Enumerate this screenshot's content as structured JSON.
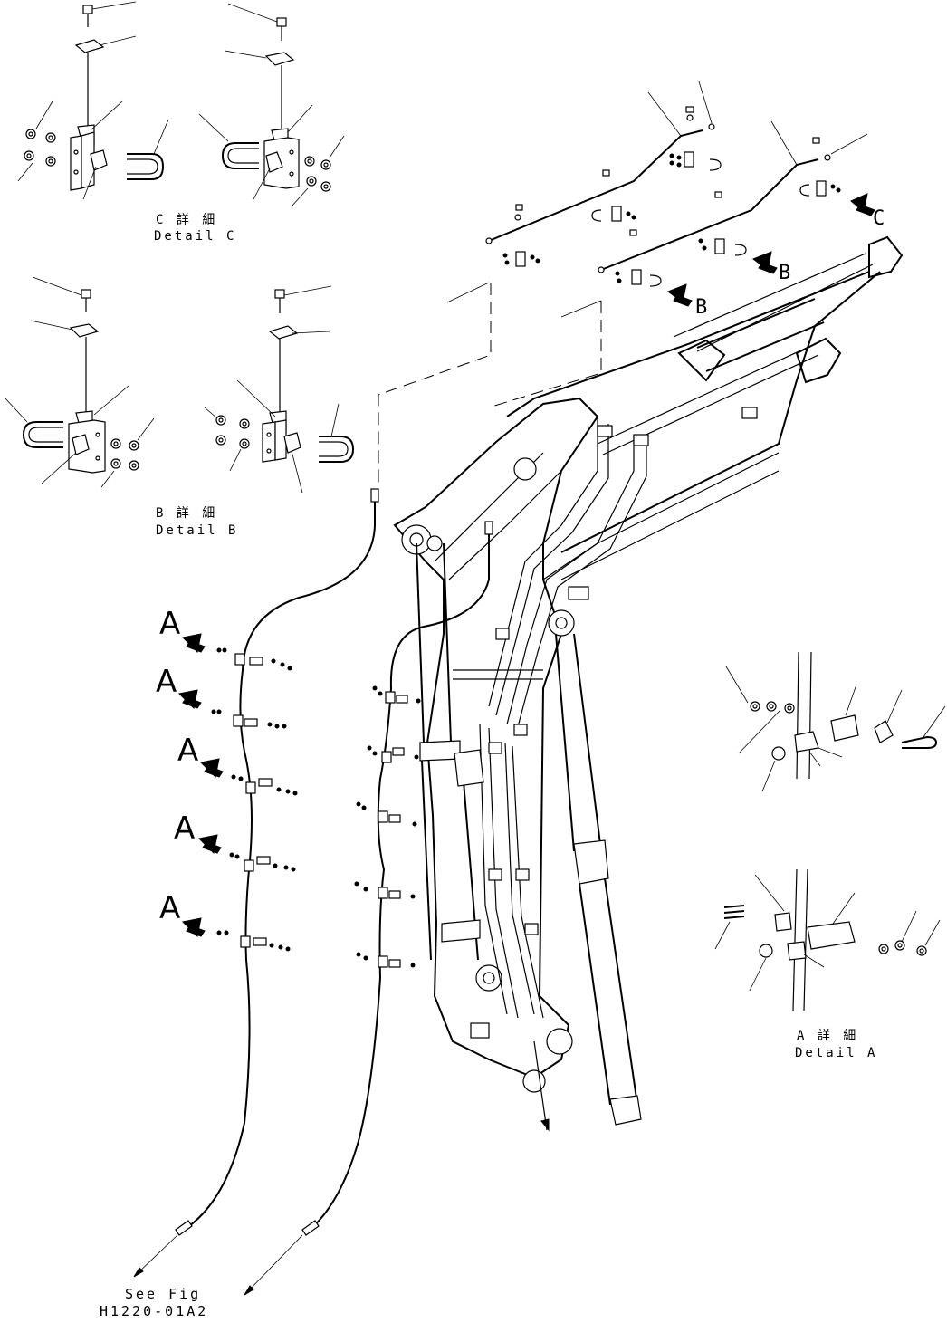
{
  "details": {
    "c": {
      "jp": "C 詳 細",
      "en": "Detail C"
    },
    "b": {
      "jp": "B 詳 細",
      "en": "Detail B"
    },
    "a": {
      "jp": "A 詳 細",
      "en": "Detail A"
    }
  },
  "callout_letters": {
    "a": "A",
    "b": "B",
    "c": "C"
  },
  "reference": {
    "line1": "See Fig",
    "line2": "H1220-01A2"
  }
}
